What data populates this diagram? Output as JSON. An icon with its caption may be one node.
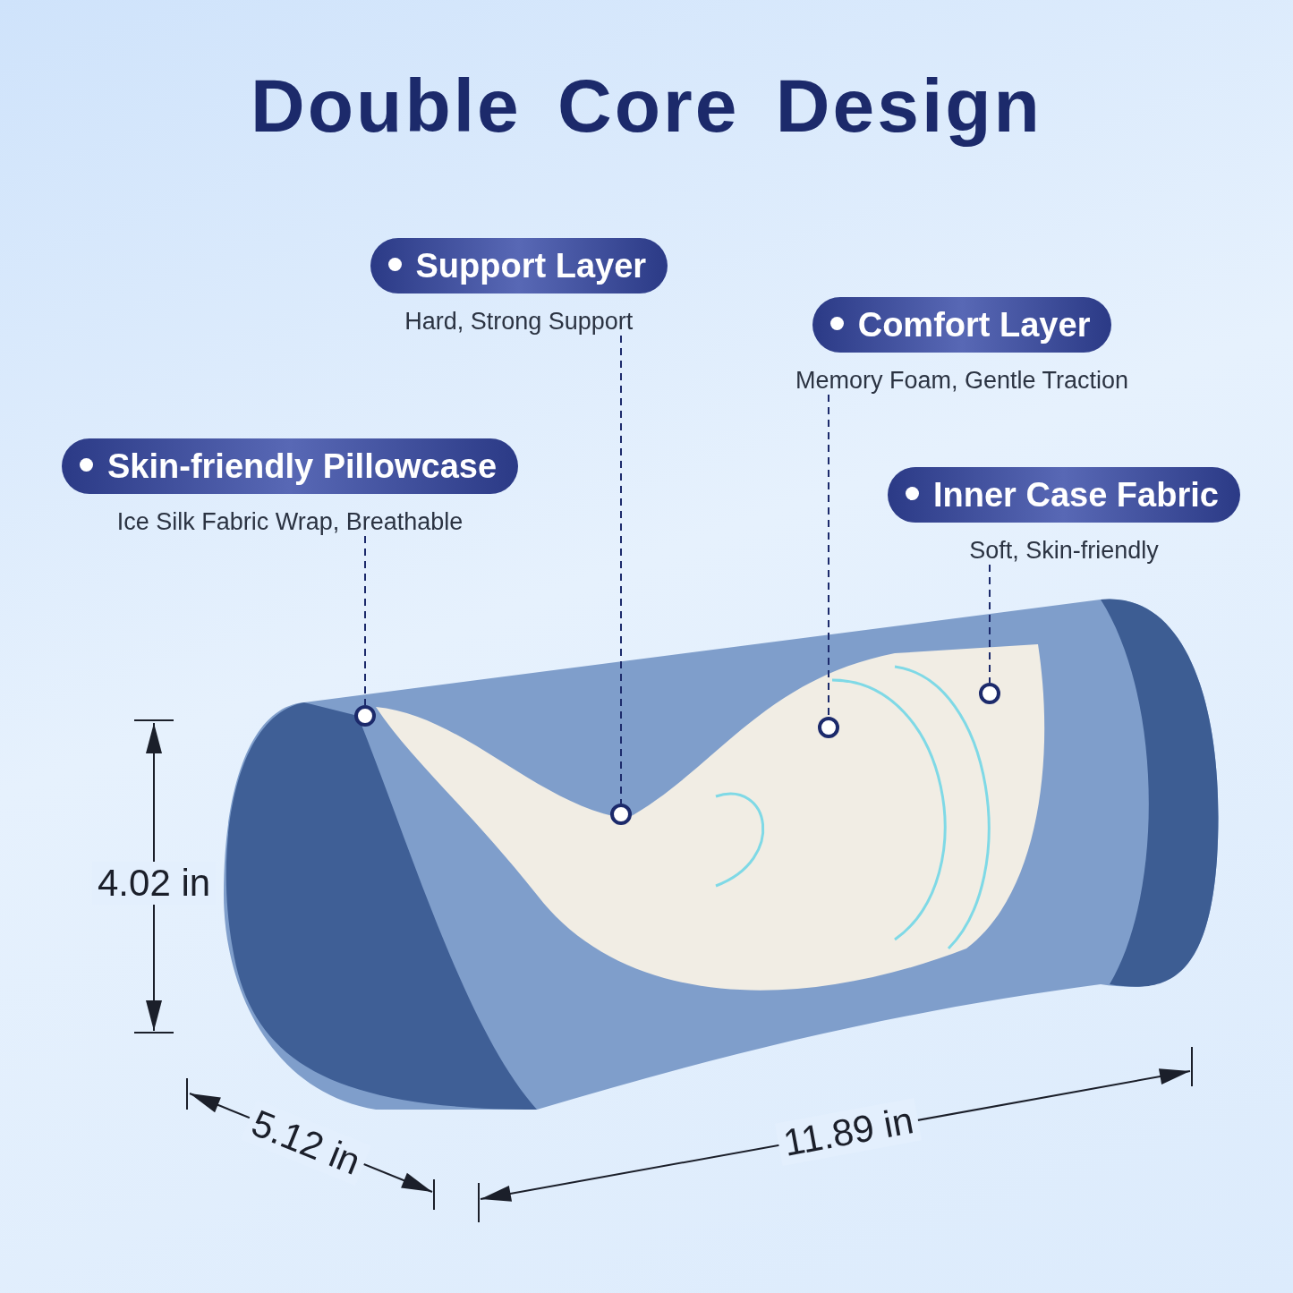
{
  "diagram": {
    "title": "Double Core Design",
    "nodes": [
      {
        "text": [
          "Support Layer",
          "Hard, Strong Support"
        ]
      },
      {
        "text": [
          "Comfort Layer",
          "Memory Foam, Gentle Traction"
        ]
      },
      {
        "text": [
          "Skin-friendly Pillowcase",
          "Ice Silk Fabric Wrap, Breathable"
        ]
      },
      {
        "text": [
          "Inner Case Fabric",
          "Soft, Skin-friendly"
        ]
      },
      {
        "text": [],
        "shape": "circle"
      },
      {
        "text": [],
        "shape": "circle"
      },
      {
        "text": [],
        "shape": "circle"
      },
      {
        "text": [],
        "shape": "circle"
      }
    ],
    "edges": [
      {
        "from": 2,
        "to": 4,
        "arrow": "none",
        "style": "dashed"
      },
      {
        "from": 0,
        "to": 5,
        "arrow": "none",
        "style": "dashed"
      },
      {
        "from": 1,
        "to": 6,
        "arrow": "none",
        "style": "dashed"
      },
      {
        "from": 3,
        "to": 7,
        "arrow": "none",
        "style": "dashed"
      }
    ],
    "labels": [
      "4.02 in",
      "5.12 in",
      "11.89 in"
    ]
  }
}
